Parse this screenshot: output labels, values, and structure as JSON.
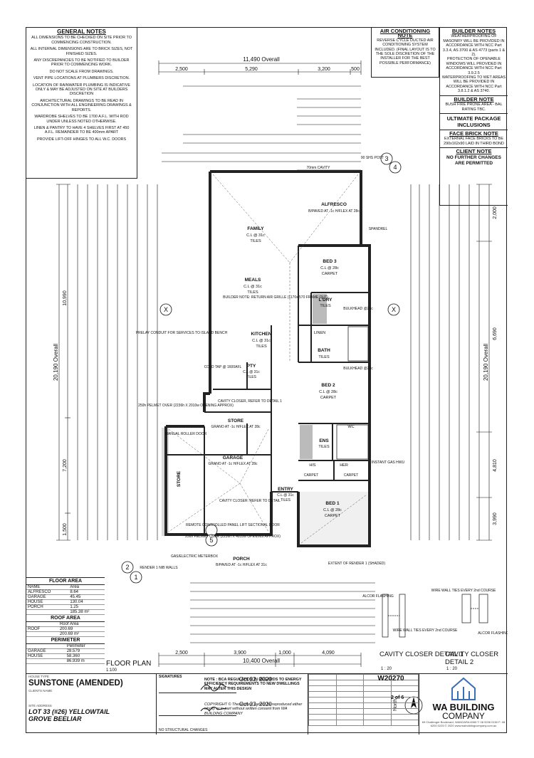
{
  "general_notes": {
    "title": "GENERAL NOTES",
    "items": [
      "ALL DIMENSIONS TO BE CHECKED ON SITE PRIOR TO COMMENCING CONSTRUCTION.",
      "ALL INTERNAL DIMENSIONS ARE TO BRICK SIZES, NOT FINISHED SIZES.",
      "ANY DISCREPANCIES TO BE NOTIFIED TO BUILDER PRIOR TO COMMENCING WORK.",
      "DO NOT SCALE FROM DRAWINGS.",
      "VENT PIPE LOCATIONS AT PLUMBERS DISCRETION.",
      "LOCATION OF RAINWATER PLUMBING IS INDICATIVE ONLY & MAY BE ADJUSTED ON SITE AT BUILDERS DISCRETION",
      "ARCHITECTURAL DRAWINGS TO BE READ IN CONJUNCTION WITH ALL ENGINEERING DRAWINGS & REPORTS.",
      "WARDROBE SHELVES TO BE 1700 A.F.L. WITH ROD UNDER UNLESS NOTED OTHERWISE.",
      "LINEN & PANTRY TO HAVE 4 SHELVES FIRST AT 450 A.F.L. REMAINDER TO BE 400mm APART",
      "PROVIDE LIFT-OFF HINGES TO ALL W.C. DOORS"
    ]
  },
  "ac_note": {
    "title": "AIR CONDITIONING NOTE",
    "text": "REVERSE CYCLE DUCTED AIR CONDITIONING SYSTEM INCLUDED. (FINAL LAYOUT IS TO THE SOLE DISCRETION OF THE INSTALLER FOR THE BEST POSSIBLE PERFORMANCE)"
  },
  "builder_notes": {
    "title": "BUILDER NOTES",
    "items": [
      "WEATHERPROOFING OF MASONRY WILL BE PROVIDED IN ACCORDANCE WITH NCC Part 3.3.4, AS 3700 & AS 4773 (parts 1 & 2).",
      "PROTECTION OF OPENABLE WINDOWS WILL PROVIDED IN ACCORDANCE WITH NCC Part 3.9.2.5",
      "WATERPROOFING TO WET AREAS WILL BE PROVIDED IN ACCORDANCE WITH NCC Part 3.8.1.2 & AS 3740."
    ],
    "builder_note_title": "BUILDER NOTE",
    "builder_note_text": "BUSH FIRE PRONE AREA - BAL RATING TBC.",
    "package": "ULTIMATE PACKAGE INCLUSIONS",
    "face_brick_title": "FACE BRICK NOTE",
    "face_brick_text": "EXTERNAL FACE BRICKS TO BE 290x162x90 LAID IN THIRD BOND",
    "client_note_title": "CLIENT NOTE",
    "client_note_text": "NO FURTHER CHANGES ARE PERMITTED"
  },
  "dimensions": {
    "top_overall": "11,490 Overall",
    "top_segments": [
      "2,500",
      "5,290",
      "3,200",
      "500"
    ],
    "bottom_overall": "10,400 Overall",
    "bottom_segments": [
      "2,500",
      "3,900",
      "1,000",
      "4,090"
    ],
    "left_overall": "20,190 Overall",
    "right_overall": "20,190 Overall",
    "left_segments": [
      "10,990",
      "7,200",
      "1,500"
    ],
    "right_segments": [
      "2,000",
      "6,690",
      "4,810",
      "3,990"
    ]
  },
  "rooms": {
    "alfresco": {
      "name": "ALFRESCO",
      "spec": "B/PAVED AT -1c H/FLEX AT 28c"
    },
    "family": {
      "name": "FAMILY",
      "spec": "C.L @ 31c",
      "floor": "TILES"
    },
    "meals": {
      "name": "MEALS",
      "spec": "C.L @ 31c",
      "floor": "TILES"
    },
    "kitchen": {
      "name": "KITCHEN",
      "spec": "C.L @ 31c",
      "floor": "TILES"
    },
    "bed3": {
      "name": "BED 3",
      "spec": "C.L @ 28c",
      "floor": "CARPET"
    },
    "ldry": {
      "name": "L'DRY",
      "floor": "TILES"
    },
    "bath": {
      "name": "BATH",
      "floor": "TILES"
    },
    "bed2": {
      "name": "BED 2",
      "spec": "C.L @ 28c",
      "floor": "CARPET"
    },
    "ens": {
      "name": "ENS",
      "floor": "TILES"
    },
    "bed1": {
      "name": "BED 1",
      "spec": "C.L @ 28c",
      "floor": "CARPET"
    },
    "entry": {
      "name": "ENTRY",
      "spec": "C.L @ 31c",
      "floor": "TILES"
    },
    "store1": {
      "name": "STORE",
      "spec": "GRANO AT -1c H/FLEX AT 28c"
    },
    "store2": {
      "name": "STORE"
    },
    "garage": {
      "name": "GARAGE",
      "spec": "GRANO AT -1c H/FLEX AT 28c"
    },
    "porch": {
      "name": "PORCH",
      "spec": "B/PAVED AT -1c H/FLEX AT 31c"
    },
    "pty": {
      "name": "PTY",
      "spec": "C.L @ 31c",
      "floor": "TILES"
    },
    "linen": "LINEN",
    "his": "HIS",
    "her": "HER",
    "wc": "WC",
    "carpet": "CARPET"
  },
  "annotations": {
    "builder_note": "BUILDER NOTE: RETURN AIR GRILLE (1170x 570 FRAME OUT)",
    "prelay": "PRELAY CONDUIT FOR SERVICES TO ISLAND BENCH",
    "cold_tap": "COLD TAP @ 1600AFL",
    "cavity_closer1": "CAVITY CLOSER, REFER TO DETAIL 1",
    "cavity_closer2": "CAVITY CLOSER: REFER TO DETAIL",
    "pelmet1": "250h PELMET OVER (2236h X 2010w OPENING APPROX)",
    "pelmet2": "250h PELMET OVER (2236h X 4810w OPENING APPROX)",
    "manual_door": "MANUAL ROLLER DOOR",
    "remote_door": "REMOTE CONTROLLED PANEL LIFT SECTIONAL DOOR",
    "gas_meter": "GAS/ELECTRIC METERBOX",
    "instant_gas": "INSTANT GAS HWU",
    "bulkhead": "BULKHEAD @25c",
    "spandrel": "SPANDREL",
    "extent_render": "EXTENT OF RENDER 1 (SHADED)",
    "cavity": "70mm CAVITY",
    "nib": "RENDER 1 NIB WALLS",
    "shs": "90 SHS POST"
  },
  "detail_labels": {
    "d1": "CAVITY CLOSER DETAIL 1",
    "d2": "CAVITY CLOSER DETAIL 2",
    "scale": "1 : 20",
    "wire_wall_ties": "WIRE WALL TIES EVERY 2nd COURSE",
    "alcor": "ALCOR FLASHING"
  },
  "floor_area": {
    "title": "FLOOR AREA",
    "headers": [
      "NAME",
      "Area"
    ],
    "rows": [
      [
        "ALFRESCO",
        "8.64"
      ],
      [
        "GARAGE",
        "45.45"
      ],
      [
        "HOUSE",
        "130.04"
      ],
      [
        "PORCH",
        "1.25"
      ],
      [
        "",
        "185.38 m²"
      ]
    ],
    "roof_title": "ROOF AREA",
    "roof_headers": [
      "",
      "Roof Area"
    ],
    "roof_rows": [
      [
        "ROOF",
        "200.69"
      ],
      [
        "",
        "200.69 m²"
      ]
    ],
    "perimeter_title": "PERIMETER",
    "perimeter_headers": [
      "",
      "Perimeter"
    ],
    "perimeter_rows": [
      [
        "GARAGE",
        "28.579"
      ],
      [
        "HOUSE",
        "58.360"
      ],
      [
        "",
        "86.939 m"
      ]
    ]
  },
  "plan_title": "FLOOR PLAN",
  "plan_scale": "1:100",
  "north": "North",
  "title_block": {
    "house_type_label": "HOUSE TYPE",
    "house_type": "SUNSTONE (AMENDED)",
    "clients_name_label": "CLIENTS NAME",
    "site_address_label": "SITE ADDRESS",
    "address_line1": "LOT 33 (#26) YELLOWTAIL",
    "address_line2": "GROVE BEELIAR",
    "signatures": "SIGNATURES",
    "date1": "Oct 22, 2020",
    "date2": "Oct 23, 2020",
    "no_structural": "NO STRUCTURAL CHANGES",
    "bca_note": "NOTE : BCA REGULATION IN REGARDS TO ENERGY EFFICIENCY REQUIREMENTS TO NEW DWELLINGS MAY ALTER THIS DESIGN",
    "copyright": "COPYRIGHT © These plans cannot be reproduced either wholly or in part without written consent from WA BUILDING COMPANY",
    "project_no": "W20270",
    "sheet": "2 of 6",
    "company1": "WA BUILDING",
    "company2": "COMPANY",
    "company_address": "69 Challenger Boulevard, WANGARA 6065  T: 08 9206 0150  F: 08 6200 0225 © 2020  www.wabuildingcompany.com.au"
  },
  "colors": {
    "line": "#111111",
    "wall_fill": "#222222",
    "shade": "#d9d9d9",
    "logo": "#3a6fb5"
  }
}
